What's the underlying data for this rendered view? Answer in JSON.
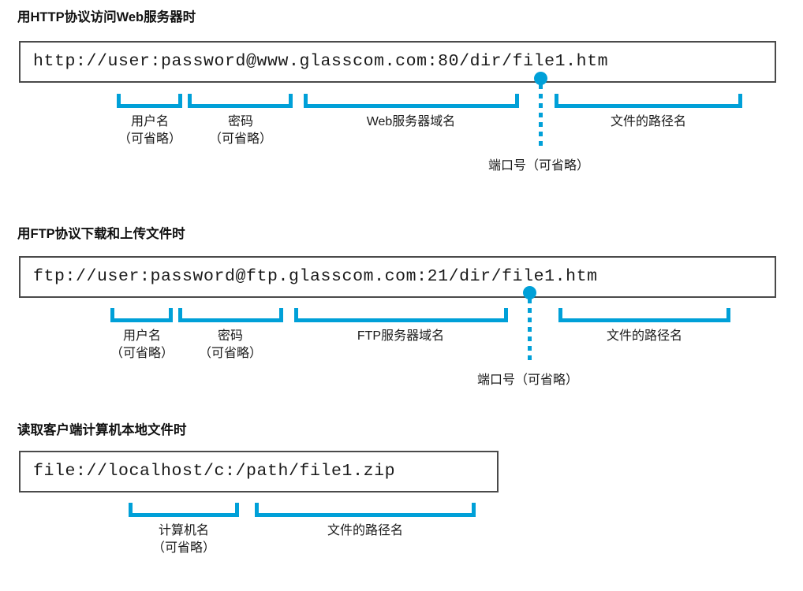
{
  "figure": {
    "accent_color": "#00A0D8",
    "box_border_color": "#4a4a4a",
    "text_color": "#1a1a1a"
  },
  "sections": [
    {
      "heading": "用HTTP协议访问Web服务器时",
      "url": "http://user:password@www.glasscom.com:80/dir/file1.htm",
      "parts": [
        {
          "label_line1": "用户名",
          "label_line2": "（可省略）"
        },
        {
          "label_line1": "密码",
          "label_line2": "（可省略）"
        },
        {
          "label_line1": "Web服务器域名",
          "label_line2": ""
        },
        {
          "label_line1": "文件的路径名",
          "label_line2": ""
        }
      ],
      "port": {
        "label": "端口号（可省略）"
      }
    },
    {
      "heading": "用FTP协议下载和上传文件时",
      "url": "ftp://user:password@ftp.glasscom.com:21/dir/file1.htm",
      "parts": [
        {
          "label_line1": "用户名",
          "label_line2": "（可省略）"
        },
        {
          "label_line1": "密码",
          "label_line2": "（可省略）"
        },
        {
          "label_line1": "FTP服务器域名",
          "label_line2": ""
        },
        {
          "label_line1": "文件的路径名",
          "label_line2": ""
        }
      ],
      "port": {
        "label": "端口号（可省略）"
      }
    },
    {
      "heading": "读取客户端计算机本地文件时",
      "url": "file://localhost/c:/path/file1.zip",
      "parts": [
        {
          "label_line1": "计算机名",
          "label_line2": "（可省略）"
        },
        {
          "label_line1": "文件的路径名",
          "label_line2": ""
        }
      ],
      "port": null
    }
  ]
}
